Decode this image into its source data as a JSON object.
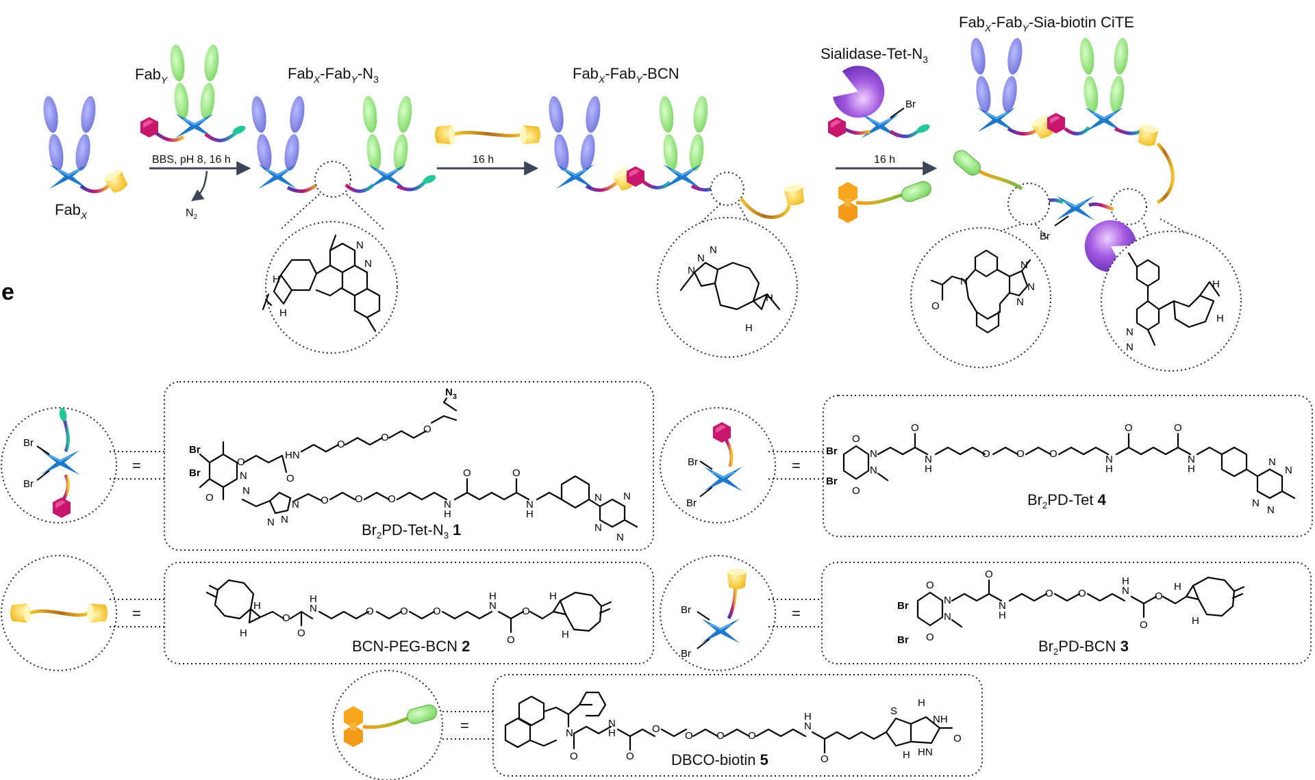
{
  "panel_letter": "e",
  "colors": {
    "fab_blue": "#7b7fe0",
    "fab_green": "#8ee07a",
    "core_blue": "#1f78c8",
    "magenta": "#c8156e",
    "yellow": "#f2c62a",
    "orange": "#f39a1a",
    "green_dark": "#74b83a",
    "purple": "#a05ad8",
    "teal": "#23c79a"
  },
  "top": {
    "fabx_label": "Fab",
    "fabx_sub": "X",
    "faby_label": "Fab",
    "faby_sub": "Y",
    "step1_conditions": "BBS, pH 8, 16 h",
    "step1_byproduct": "N",
    "step1_byproduct_sub": "2",
    "prod1_a": "Fab",
    "prod1_a_sub": "X",
    "prod1_b": "-Fab",
    "prod1_b_sub": "Y",
    "prod1_c": "-N",
    "prod1_c_sub": "3",
    "step2_time": "16 h",
    "prod2_a": "Fab",
    "prod2_a_sub": "X",
    "prod2_b": "-Fab",
    "prod2_b_sub": "Y",
    "prod2_c": "-BCN",
    "enzyme_a": "Sialidase-Tet-N",
    "enzyme_sub": "3",
    "br_label": "Br",
    "step3_time": "16 h",
    "final_a": "Fab",
    "final_a_sub": "X",
    "final_b": "-Fab",
    "final_b_sub": "Y",
    "final_c": "-Sia-biotin CiTE",
    "br_label_2": "Br"
  },
  "atoms": {
    "H": "H",
    "N": "N",
    "O": "O",
    "S": "S",
    "Br": "Br",
    "NH": "NH",
    "HN": "HN",
    "N3": "N",
    "N3_sub": "3"
  },
  "equals": "=",
  "compounds": [
    {
      "name_a": "Br",
      "name_sub": "2",
      "name_b": "PD-Tet-N",
      "name_sub2": "3",
      "number": "1"
    },
    {
      "name_a": "Br",
      "name_sub": "2",
      "name_b": "PD-Tet",
      "number": "4"
    },
    {
      "name_a": "BCN-PEG-BCN",
      "number": "2"
    },
    {
      "name_a": "Br",
      "name_sub": "2",
      "name_b": "PD-BCN",
      "number": "3"
    },
    {
      "name_a": "DBCO-biotin",
      "number": "5"
    }
  ]
}
